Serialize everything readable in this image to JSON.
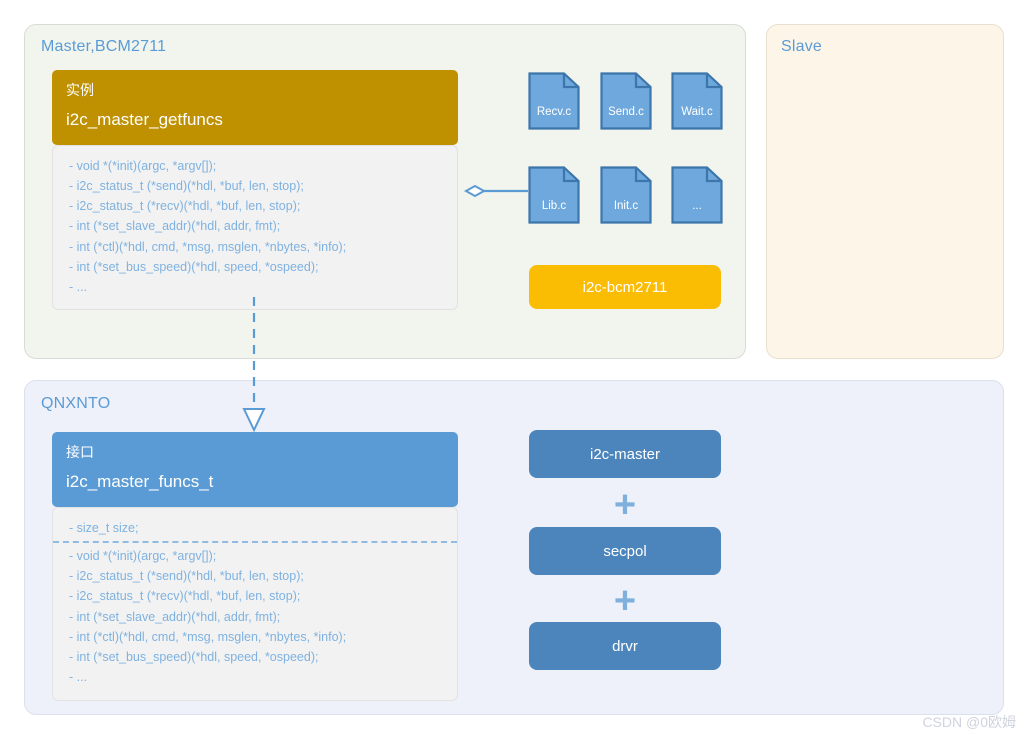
{
  "panels": {
    "master": {
      "title": "Master,BCM2711"
    },
    "slave": {
      "title": "Slave"
    },
    "qnx": {
      "title": "QNXNTO"
    }
  },
  "instance_class": {
    "stereotype": "实例",
    "name": "i2c_master_getfuncs",
    "members": [
      "- void *(*init)(argc, *argv[]);",
      "- i2c_status_t (*send)(*hdl, *buf, len, stop);",
      "- i2c_status_t (*recv)(*hdl, *buf,  len, stop);",
      "- int (*set_slave_addr)(*hdl, addr, fmt);",
      "- int (*ctl)(*hdl, cmd, *msg, msglen, *nbytes, *info);",
      "- int (*set_bus_speed)(*hdl, speed, *ospeed);",
      "- ..."
    ]
  },
  "interface_class": {
    "stereotype": "接口",
    "name": "i2c_master_funcs_t",
    "attributes": [
      "- size_t size;"
    ],
    "members": [
      "- void *(*init)(argc, *argv[]);",
      "- i2c_status_t (*send)(*hdl, *buf, len, stop);",
      "- i2c_status_t (*recv)(*hdl, *buf,  len, stop);",
      "- int (*set_slave_addr)(*hdl, addr, fmt);",
      "- int (*ctl)(*hdl, cmd, *msg, msglen, *nbytes, *info);",
      "- int (*set_bus_speed)(*hdl, speed, *ospeed);",
      "- ..."
    ]
  },
  "source_files": [
    {
      "label": "Recv.c",
      "icon": "file-icon"
    },
    {
      "label": "Send.c",
      "icon": "file-icon"
    },
    {
      "label": "Wait.c",
      "icon": "file-icon"
    },
    {
      "label": "Lib.c",
      "icon": "file-icon"
    },
    {
      "label": "Init.c",
      "icon": "file-icon"
    },
    {
      "label": "...",
      "icon": "file-icon"
    }
  ],
  "driver_pill": {
    "label": "i2c-bcm2711"
  },
  "stack": {
    "items": [
      {
        "label": "i2c-master"
      },
      {
        "label": "secpol"
      },
      {
        "label": "drvr"
      }
    ],
    "operator": "+"
  },
  "watermark": {
    "text": "CSDN @0欧姆"
  },
  "colors": {
    "master_panel_bg": "#f1f5ee",
    "slave_panel_bg": "#fdf6e8",
    "qnx_panel_bg": "#eef1fa",
    "instance_header": "#bf9000",
    "interface_header": "#5b9bd5",
    "class_body_bg": "#f2f2f2",
    "member_text": "#7fb2e0",
    "file_icon_fill": "#6fa8dc",
    "file_icon_stroke": "#3d76ab",
    "stack_pill": "#4c85bb",
    "driver_pill": "#fbbc04",
    "title_text": "#5b9bd5",
    "connector": "#5b9bd5",
    "watermark": "#cfd3dd"
  }
}
